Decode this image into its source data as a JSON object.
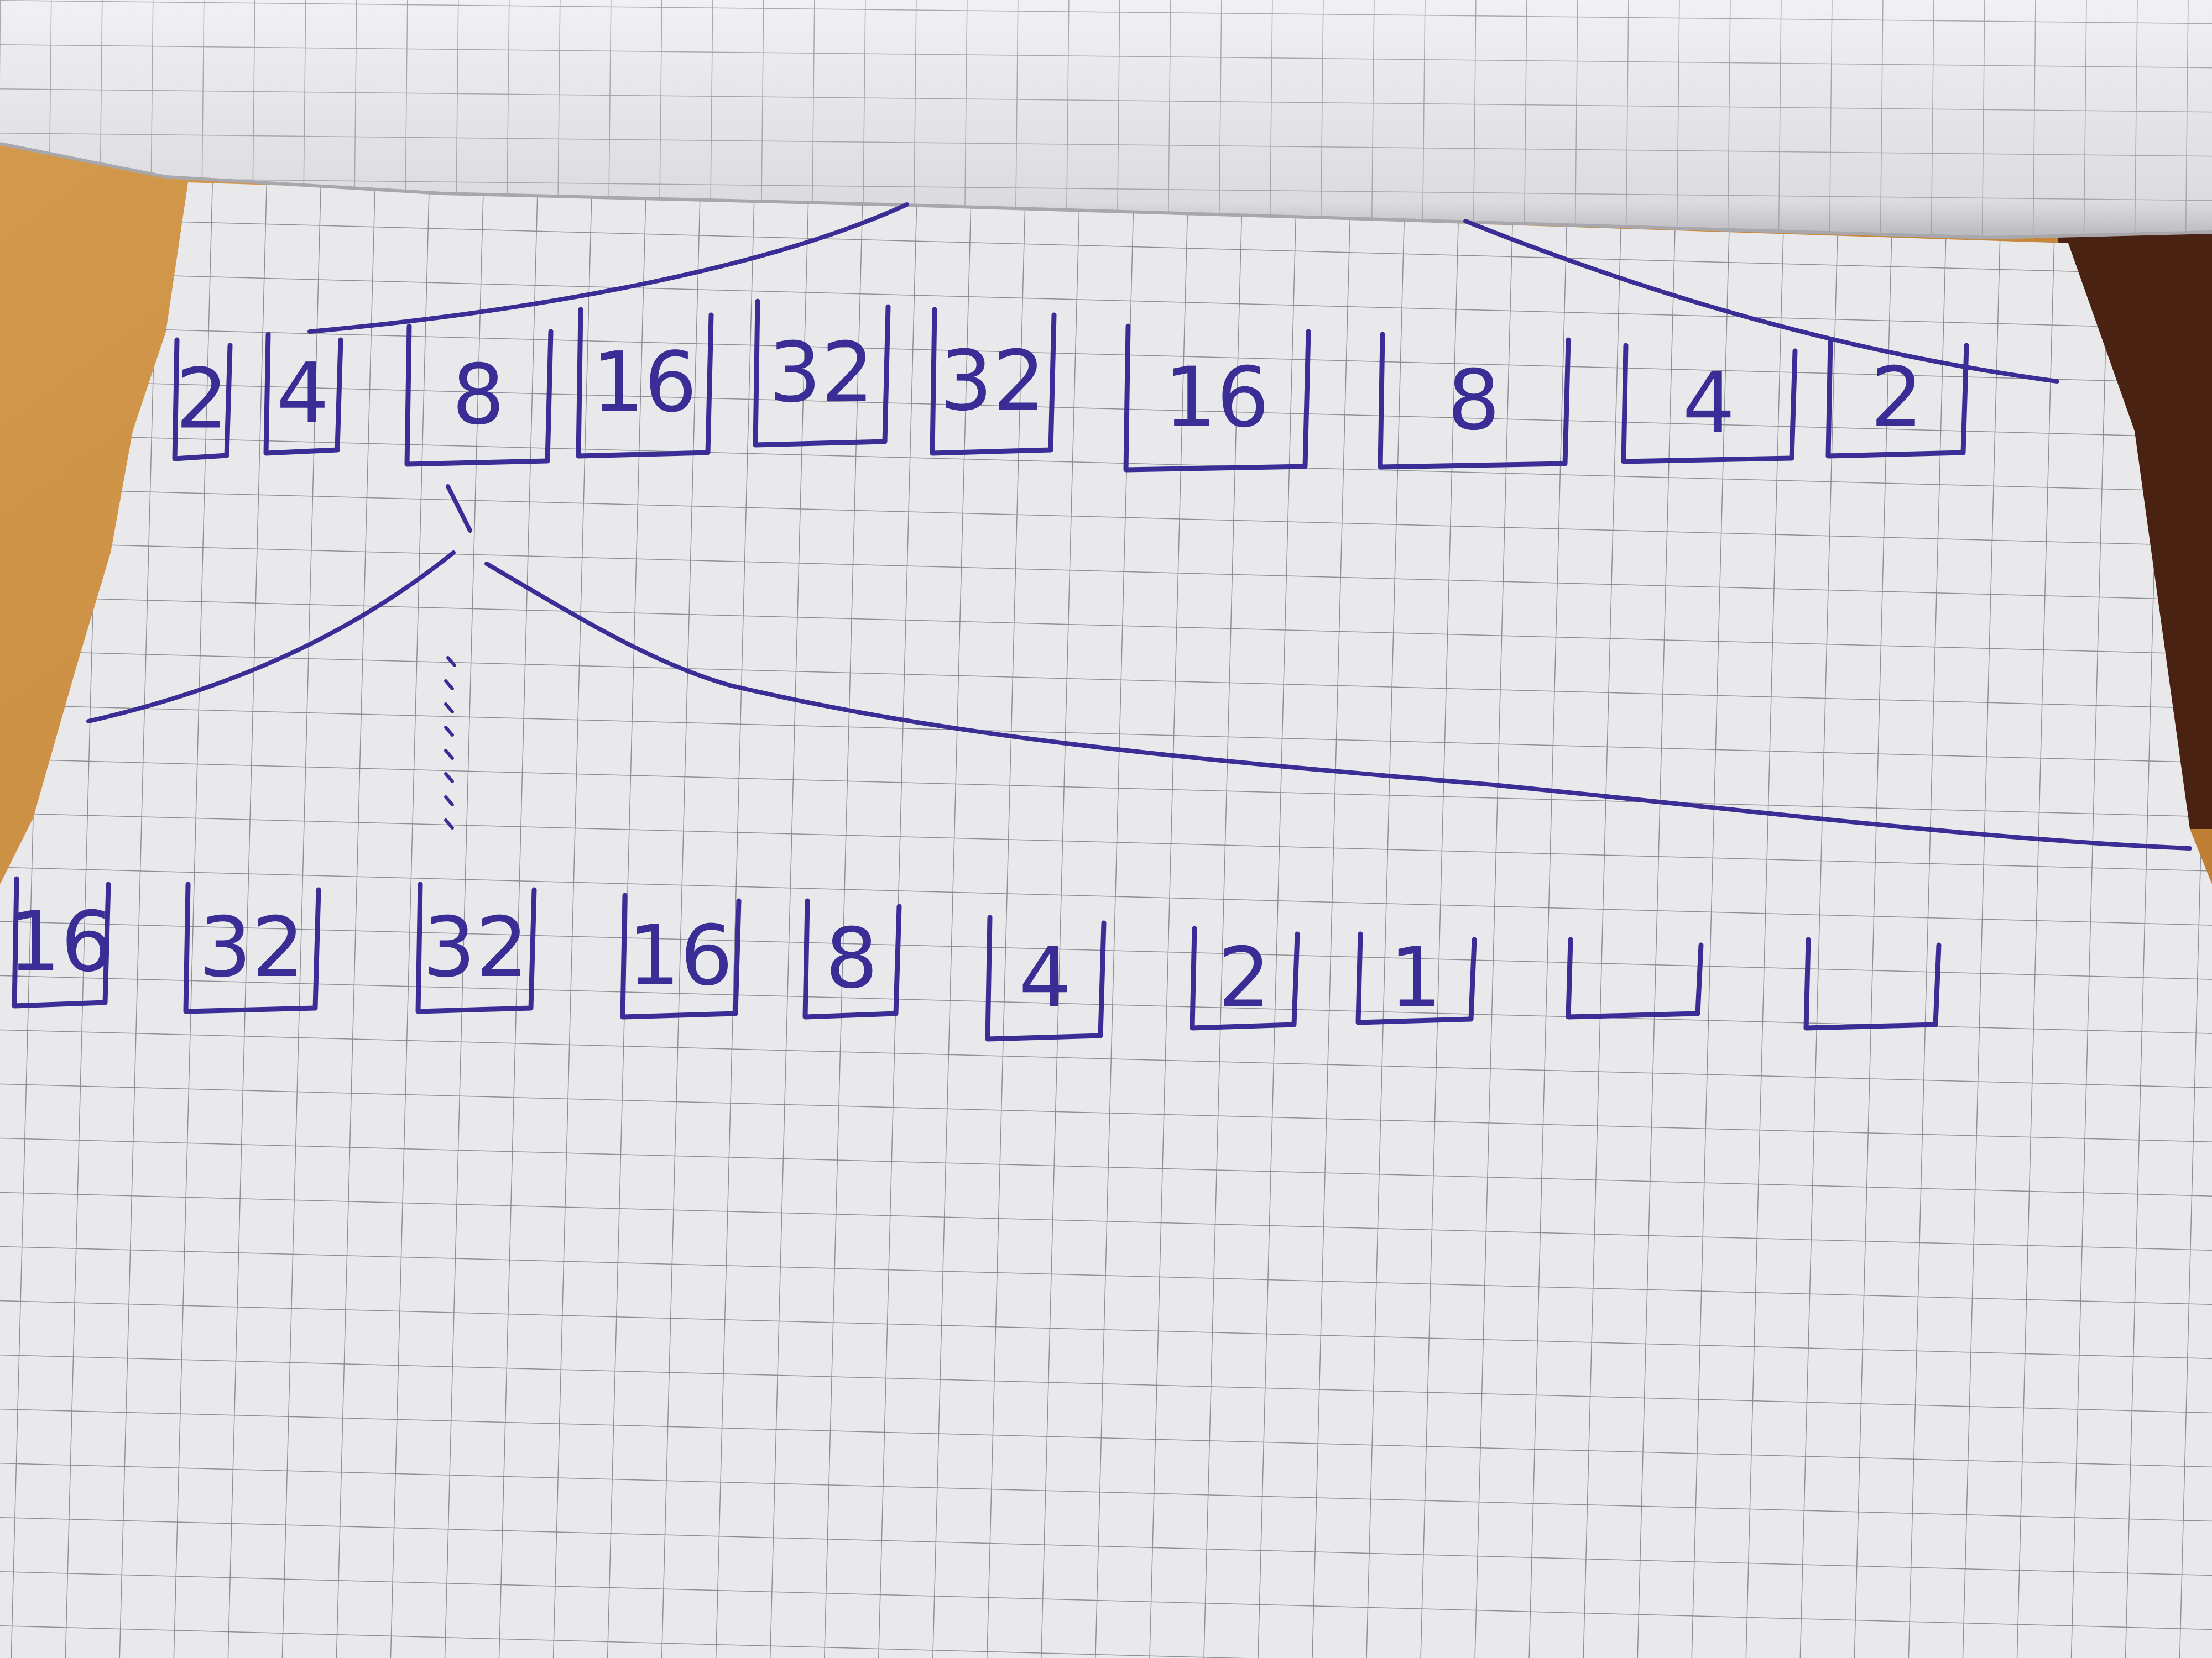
{
  "colors": {
    "paper": "#e9e8ea",
    "grid": "#8f9097",
    "ink": "#3a2d96",
    "desk": "#c98a3f",
    "shadow_dark": "#4a2212"
  },
  "top_row": {
    "boxes": [
      {
        "label": "2"
      },
      {
        "label": "4"
      },
      {
        "label": "8"
      },
      {
        "label": "16"
      },
      {
        "label": "32"
      },
      {
        "label": "32"
      },
      {
        "label": "16"
      },
      {
        "label": "8"
      },
      {
        "label": "4"
      },
      {
        "label": "2"
      }
    ]
  },
  "bottom_row": {
    "boxes": [
      {
        "label": "16"
      },
      {
        "label": "32"
      },
      {
        "label": "32"
      },
      {
        "label": "16"
      },
      {
        "label": "8"
      },
      {
        "label": "4"
      },
      {
        "label": "2"
      },
      {
        "label": "1"
      },
      {
        "label": ""
      },
      {
        "label": ""
      }
    ]
  }
}
